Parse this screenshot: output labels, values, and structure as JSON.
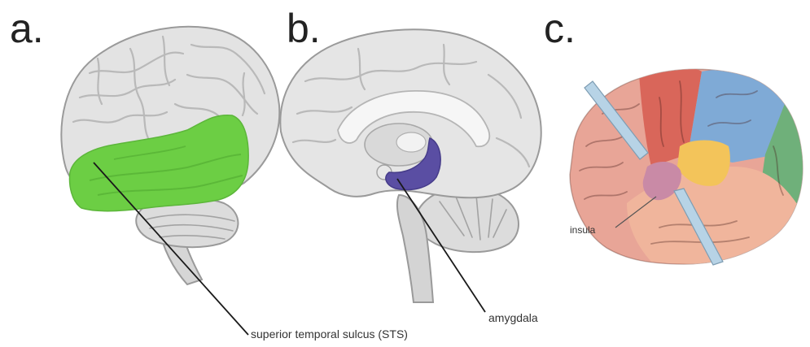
{
  "panels": [
    {
      "letter": "a.",
      "region": "superior temporal sulcus (STS)",
      "highlight_color": "#6cce44"
    },
    {
      "letter": "b.",
      "region": "amygdala",
      "highlight_color": "#5a4ea3"
    },
    {
      "letter": "c.",
      "region": "insula"
    }
  ],
  "lobe_colors": {
    "frontal": "#e8a597",
    "motor": "#d9665a",
    "parietal": "#7faad6",
    "temporal": "#f0b59c",
    "occipital": "#6fb07a",
    "auditory": "#f3c45a",
    "insula": "#c98aa6",
    "retractor": "#b7d3e6"
  },
  "icons": [
    "brain-lateral-icon",
    "brain-sagittal-icon",
    "brain-insula-icon"
  ]
}
